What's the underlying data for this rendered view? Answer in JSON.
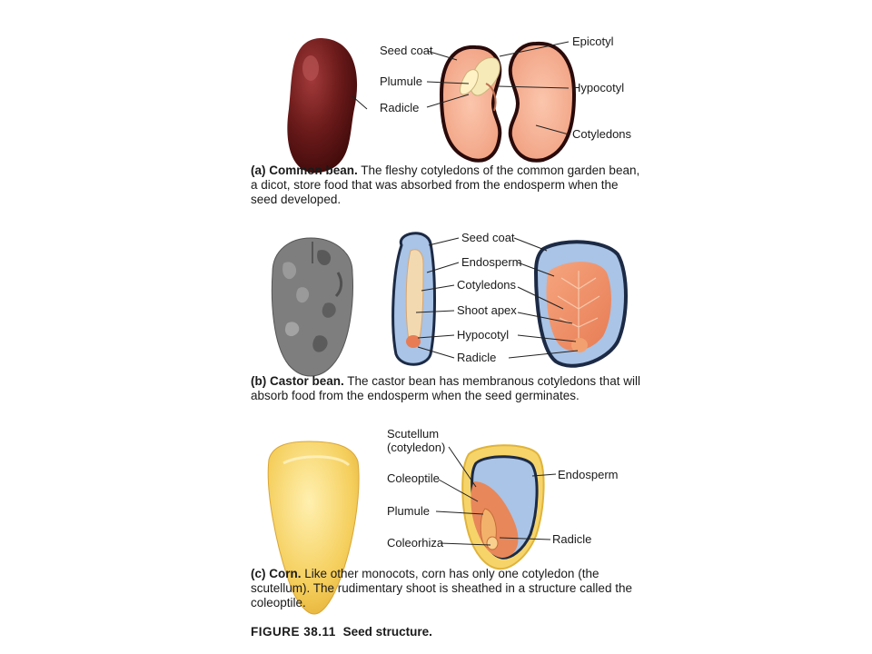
{
  "panel_a": {
    "labels": {
      "seed_coat": "Seed coat",
      "plumule": "Plumule",
      "radicle": "Radicle",
      "epicotyl": "Epicotyl",
      "hypocotyl": "Hypocotyl",
      "cotyledons": "Cotyledons"
    },
    "caption_head": "(a) Common bean.",
    "caption_body": "The fleshy cotyledons of the common garden bean, a dicot, store food that was absorbed from the endosperm when the seed developed."
  },
  "panel_b": {
    "labels": {
      "seed_coat": "Seed coat",
      "endosperm": "Endosperm",
      "cotyledons": "Cotyledons",
      "shoot_apex": "Shoot apex",
      "hypocotyl": "Hypocotyl",
      "radicle": "Radicle"
    },
    "caption_head": "(b) Castor bean.",
    "caption_body": "The castor bean has membranous cotyledons that will absorb food from the endosperm when the seed germinates."
  },
  "panel_c": {
    "labels": {
      "scutellum": "Scutellum",
      "scutellum_sub": "(cotyledon)",
      "coleoptile": "Coleoptile",
      "plumule": "Plumule",
      "coleorhiza": "Coleorhiza",
      "endosperm": "Endosperm",
      "radicle": "Radicle"
    },
    "caption_head": "(c) Corn.",
    "caption_body": "Like other monocots, corn has only one cotyledon (the scutellum). The rudimentary shoot is sheathed in a structure called the coleoptile."
  },
  "figure": {
    "number": "FIGURE 38.11",
    "title": "Seed structure."
  },
  "colors": {
    "bean_dark": "#5a1414",
    "bean_pink": "#f5a98a",
    "castor_gray": "#7d7d7d",
    "endosperm_blue": "#a9c4e6",
    "cotyledon_orange": "#e8875a",
    "corn_yellow": "#f3c850"
  }
}
